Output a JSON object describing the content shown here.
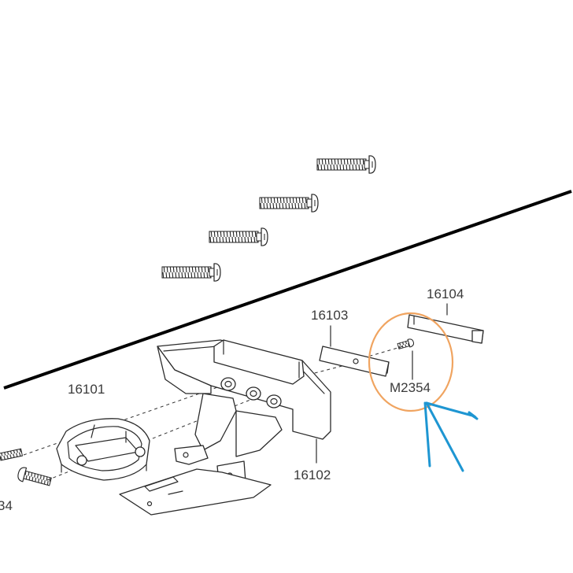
{
  "labels": {
    "p16101": "16101",
    "p16102": "16102",
    "p16103": "16103",
    "p16104": "16104",
    "m2354": "M2354",
    "cut": "34"
  },
  "colors": {
    "line": "#2b2b2b",
    "highlight_circle": "#f0a460",
    "pointer_arrows": "#1e96d2"
  },
  "icons": {
    "screws": "long-screw-icon",
    "small_screw": "small-screw-icon"
  }
}
